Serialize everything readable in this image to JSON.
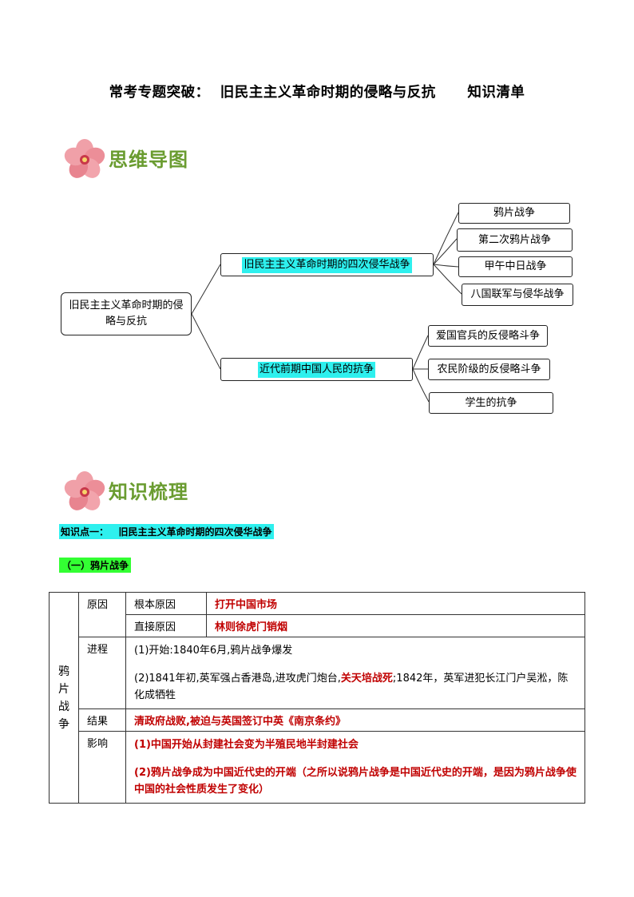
{
  "title": "常考专题突破：  旧民主主义革命时期的侵略与反抗      知识清单",
  "mindmap_section": {
    "label": "思维导图",
    "icon": "plum-blossom-icon"
  },
  "mindmap": {
    "root": "旧民主主义革命时期的侵略与反抗",
    "branch1": {
      "label": "旧民主主义革命时期的四次侵华战争",
      "children": [
        "鸦片战争",
        "第二次鸦片战争",
        "甲午中日战争",
        "八国联军与侵华战争"
      ]
    },
    "branch2": {
      "label": "近代前期中国人民的抗争",
      "children": [
        "爱国官兵的反侵略斗争",
        "农民阶级的反侵略斗争",
        "学生的抗争"
      ]
    },
    "highlight_color": "#2ef0ee"
  },
  "knowledge_section": {
    "label": "知识梳理",
    "icon": "plum-blossom-icon"
  },
  "knowledge_point": "知识点一：   旧民主主义革命时期的四次侵华战争",
  "subsection": "（一）鸦片战争",
  "table": {
    "head": "鸦片战争",
    "rows": {
      "cause": {
        "label": "原因",
        "root_label": "根本原因",
        "root_value": "打开中国市场",
        "direct_label": "直接原因",
        "direct_value": "林则徐虎门销烟"
      },
      "process": {
        "label": "进程",
        "p1": "(1)开始:1840年6月,鸦片战争爆发",
        "p2a": "(2)1841年初,英军强占香港岛,进攻虎门炮台,",
        "p2b": "关天培战死",
        "p2c": ";1842年，英军进犯长江门户吴淞，陈化成牺牲"
      },
      "result": {
        "label": "结果",
        "value": "清政府战败,被迫与英国签订中英《南京条约》"
      },
      "impact": {
        "label": "影响",
        "i1": "(1)中国开始从封建社会变为半殖民地半封建社会",
        "i2": "(2)鸦片战争成为中国近代史的开端（之所以说鸦片战争是中国近代史的开端，是因为鸦片战争使中国的社会性质发生了变化）"
      }
    }
  },
  "colors": {
    "accent_red": "#c00000",
    "heading_green": "#6a9c30",
    "highlight_cyan": "#2ef0ee",
    "highlight_green": "#33ff33"
  }
}
